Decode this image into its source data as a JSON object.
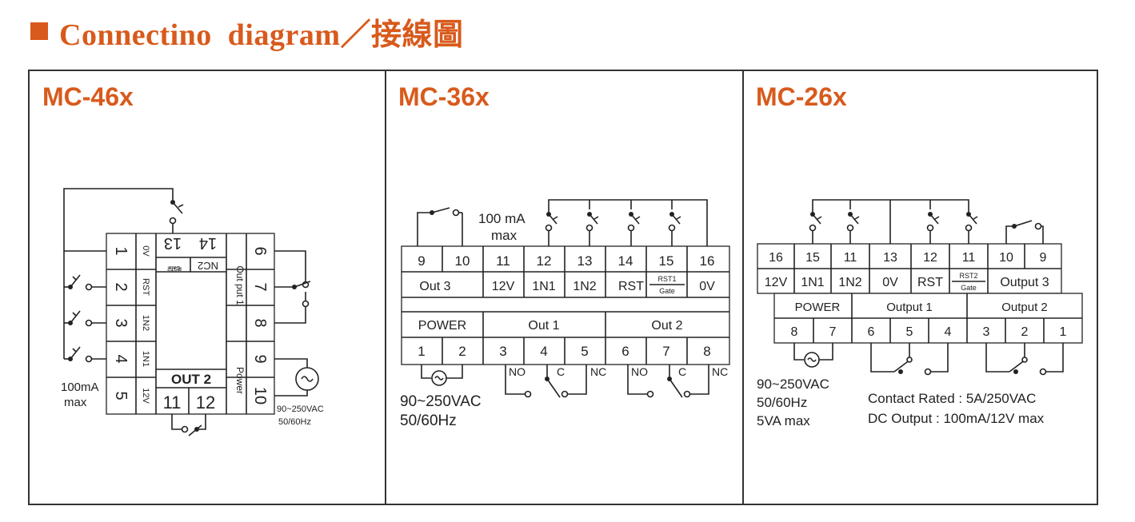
{
  "header": {
    "title": "Connectino  diagram／接線圖",
    "accent_color": "#d85a1c"
  },
  "panels": [
    {
      "title": "MC-46x",
      "left_terms": [
        "1",
        "2",
        "3",
        "4",
        "5"
      ],
      "left_labels": [
        "0V",
        "RST",
        "1N2",
        "1N1",
        "12V"
      ],
      "top_terms": [
        "13",
        "14"
      ],
      "nc2": "NC2",
      "rst2_label": "RST2",
      "gate_label": "Gate",
      "out2": "OUT  2",
      "bottom_terms": [
        "11",
        "12"
      ],
      "right_terms": [
        "6",
        "7",
        "8",
        "9",
        "10"
      ],
      "out1_label": "Out put 1",
      "power_label": "Power",
      "note_ma": "100mA",
      "note_max": "max",
      "supply_v": "90~250VAC",
      "supply_hz": "50/60Hz"
    },
    {
      "title": "MC-36x",
      "top_terms": [
        "9",
        "10",
        "11",
        "12",
        "13",
        "14",
        "15",
        "16"
      ],
      "top_labels": [
        "Out 3",
        "12V",
        "1N1",
        "1N2",
        "RST",
        "RST1",
        "Gate",
        "0V"
      ],
      "bottom_terms": [
        "1",
        "2",
        "3",
        "4",
        "5",
        "6",
        "7",
        "8"
      ],
      "power_label": "POWER",
      "out1_label": "Out 1",
      "out2_label": "Out 2",
      "contacts": [
        "NO",
        "C",
        "NC",
        "NO",
        "C",
        "NC"
      ],
      "note_ma": "100 mA",
      "note_max": "max",
      "supply_v": "90~250VAC",
      "supply_hz": "50/60Hz"
    },
    {
      "title": "MC-26x",
      "top_terms": [
        "16",
        "15",
        "11",
        "13",
        "12",
        "11",
        "10",
        "9"
      ],
      "top_labels": [
        "12V",
        "1N1",
        "1N2",
        "0V",
        "RST",
        "RST2",
        "Gate",
        "Output 3"
      ],
      "power_label": "POWER",
      "output1_label": "Output 1",
      "output2_label": "Output 2",
      "bottom_terms": [
        "8",
        "7",
        "6",
        "5",
        "4",
        "3",
        "2",
        "1"
      ],
      "supply_v": "90~250VAC",
      "supply_hz": "50/60Hz",
      "supply_va": "5VA max",
      "contact_rated": "Contact Rated : 5A/250VAC",
      "dc_output": "DC Output : 100mA/12V max"
    }
  ]
}
